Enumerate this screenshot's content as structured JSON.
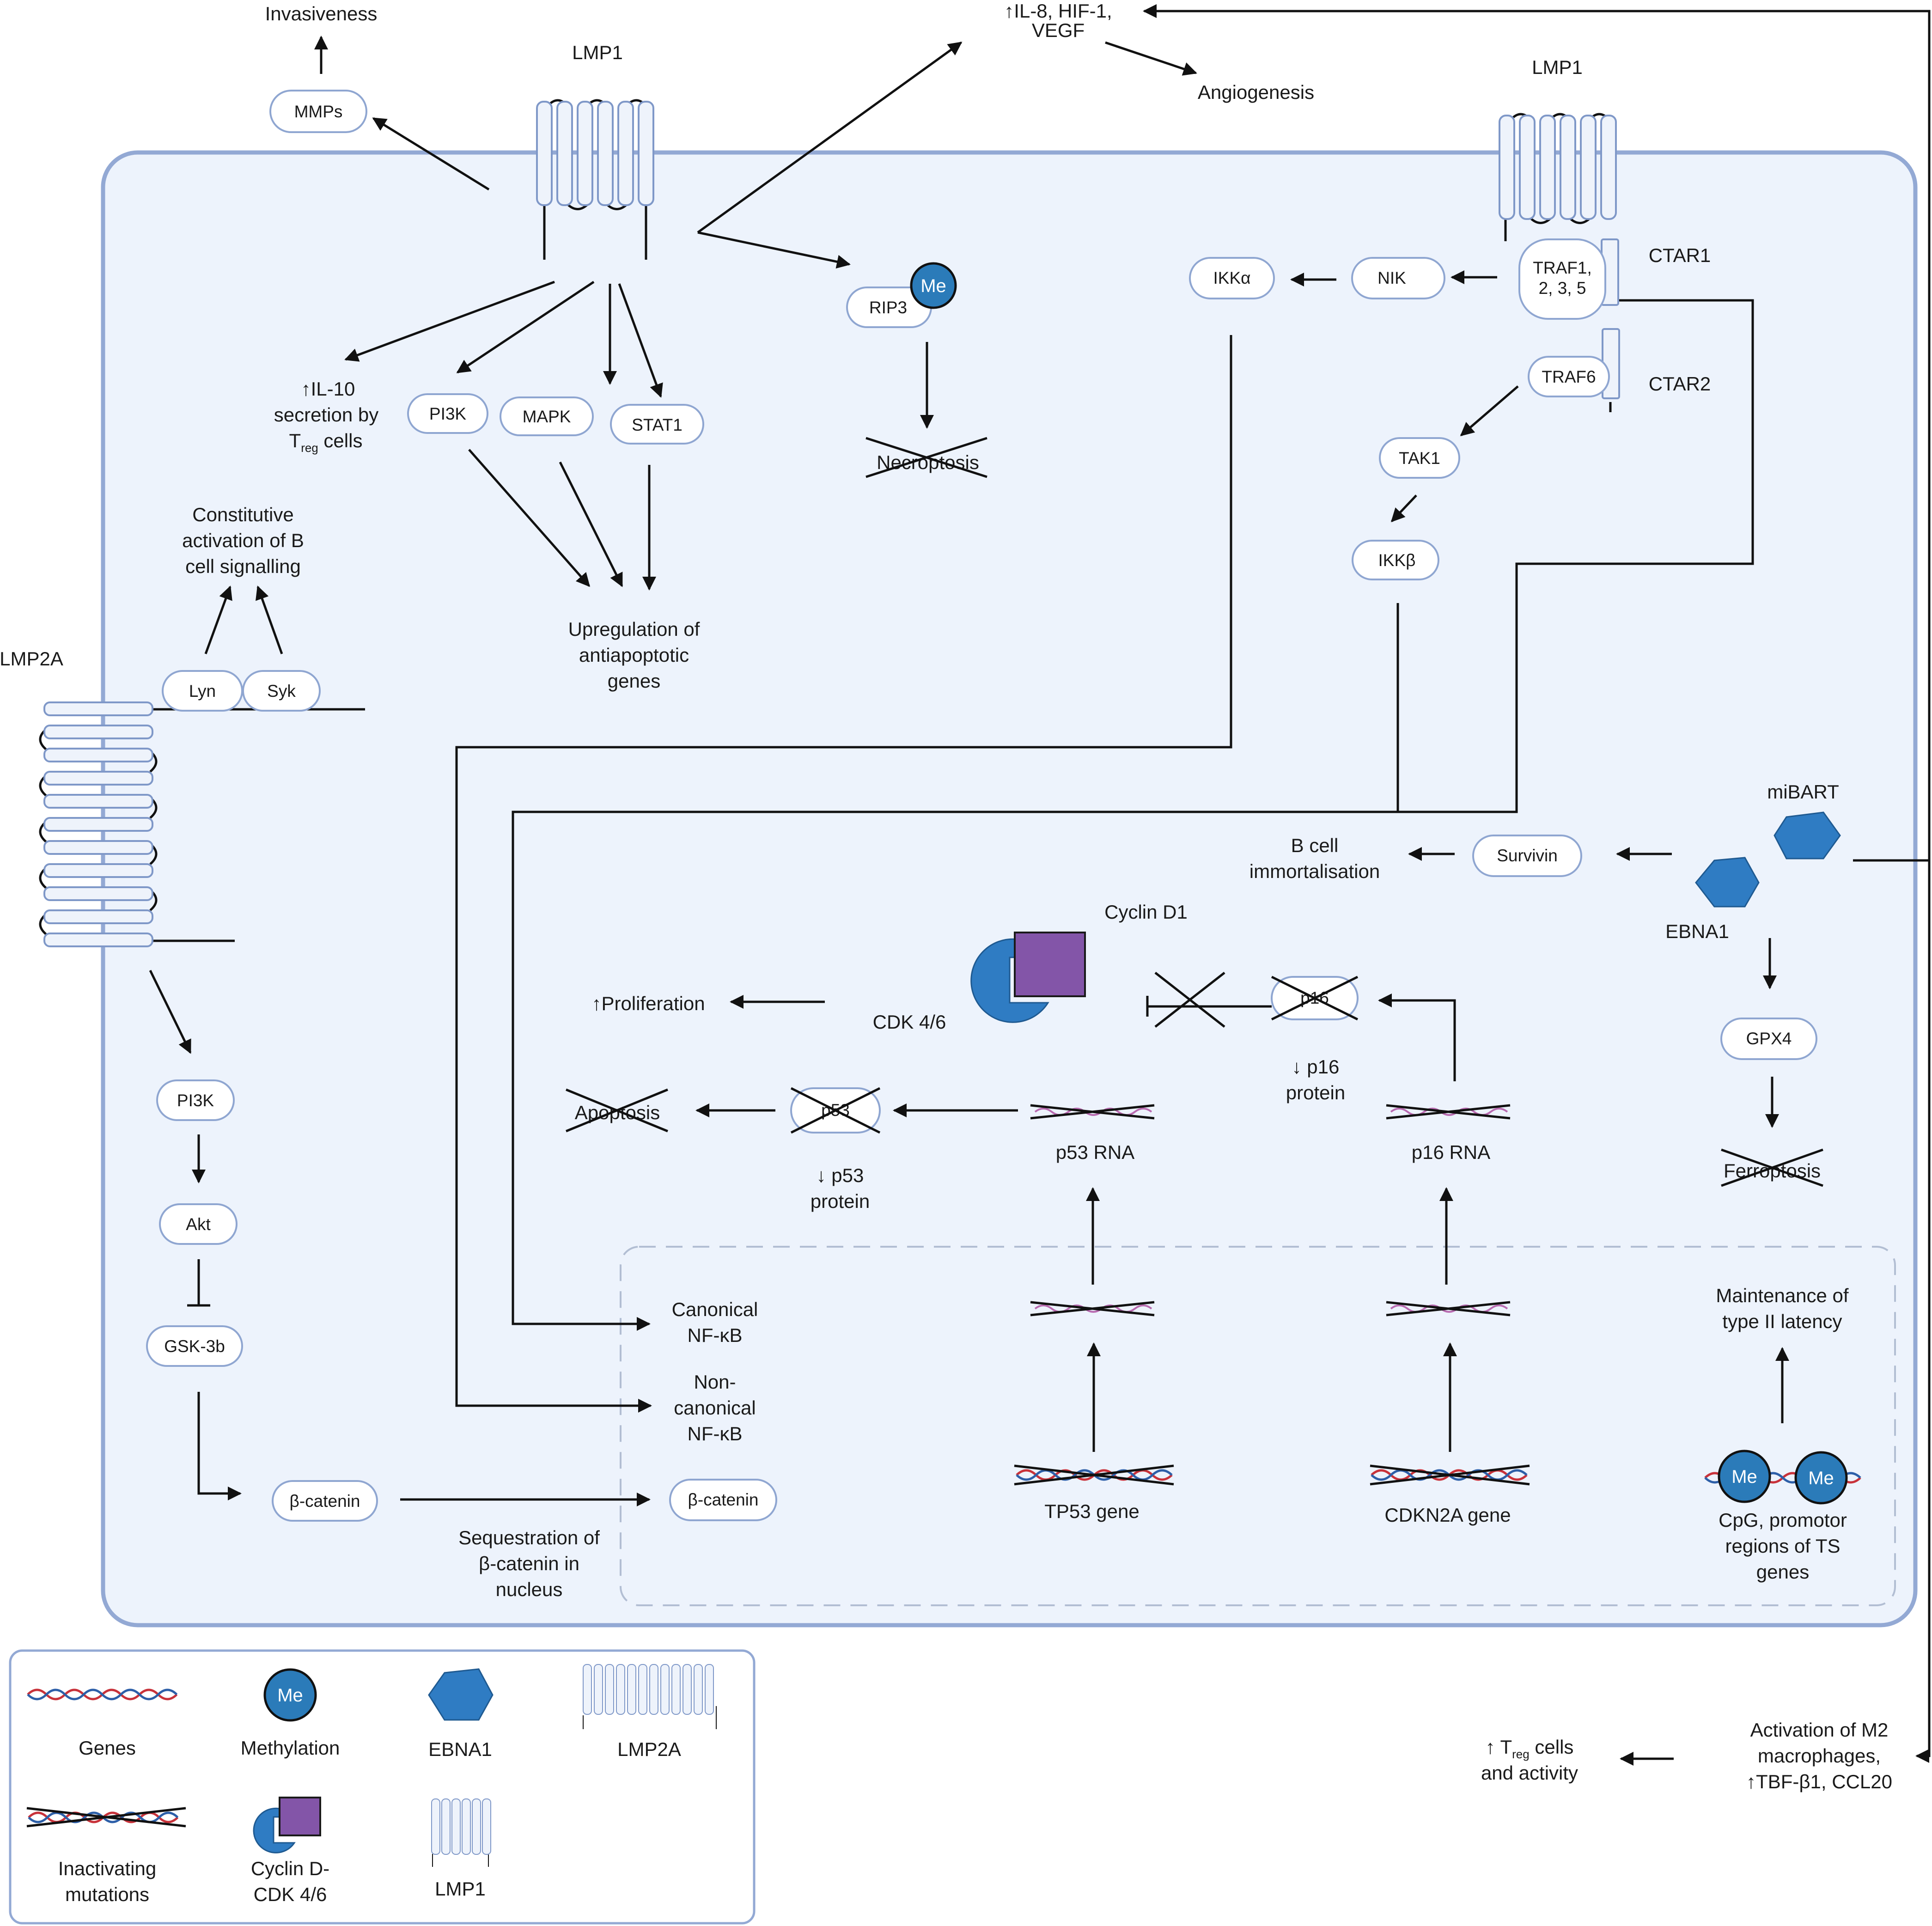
{
  "top_labels": {
    "invasiveness": "Invasiveness",
    "mmps": "MMPs",
    "lmp1_left": "LMP1",
    "lmp1_right": "LMP1",
    "il8_line1": "↑IL-8, HIF-1,",
    "il8_line2": "VEGF",
    "angiogenesis": "Angiogenesis"
  },
  "lmp1_left_pathway": {
    "il10_line1": "↑IL-10",
    "il10_line2": "secretion by",
    "il10_line3_prefix": "T",
    "il10_line3_sub": "reg",
    "il10_line3_suffix": " cells",
    "pi3k": "PI3K",
    "mapk": "MAPK",
    "stat1": "STAT1",
    "upreg_line1": "Upregulation of",
    "upreg_line2": "antiapoptotic",
    "upreg_line3": "genes",
    "rip3": "RIP3",
    "me": "Me",
    "necroptosis": "Necroptosis"
  },
  "lmp1_right_pathway": {
    "ikka": "IKKα",
    "nik": "NIK",
    "traf1_line1": "TRAF1,",
    "traf1_line2": "2, 3, 5",
    "ctar1": "CTAR1",
    "traf6": "TRAF6",
    "ctar2": "CTAR2",
    "tak1": "TAK1",
    "ikkb": "IKKβ"
  },
  "lmp2a_pathway": {
    "lmp2a": "LMP2A",
    "lyn": "Lyn",
    "syk": "Syk",
    "constitutive_line1": "Constitutive",
    "constitutive_line2": "activation of B",
    "constitutive_line3": "cell signalling",
    "pi3k": "PI3K",
    "akt": "Akt",
    "gsk3b": "GSK-3b",
    "bcatenin": "β-catenin",
    "bcatenin_nucleus": "β-catenin",
    "sequestration_line1": "Sequestration of",
    "sequestration_line2": "β-catenin in",
    "sequestration_line3": "nucleus"
  },
  "ebna_pathway": {
    "mibart": "miBART",
    "ebna1": "EBNA1",
    "survivin": "Survivin",
    "bcell_line1": "B cell",
    "bcell_line2": "immortalisation",
    "gpx4": "GPX4",
    "ferroptosis": "Ferroptosis",
    "maintenance_line1": "Maintenance of",
    "maintenance_line2": "type II latency",
    "cpg_line1": "CpG, promotor",
    "cpg_line2": "regions of TS",
    "cpg_line3": "genes",
    "me": "Me"
  },
  "cell_cycle": {
    "cyclin_d1": "Cyclin D1",
    "cdk46": "CDK 4/6",
    "proliferation": "↑Proliferation",
    "p16": "p16",
    "p16_protein_line1": "↓ p16",
    "p16_protein_line2": "protein",
    "p16_rna": "p16 RNA",
    "cdkn2a_gene": "CDKN2A gene",
    "p53": "p53",
    "p53_protein_line1": "↓ p53",
    "p53_protein_line2": "protein",
    "p53_rna": "p53 RNA",
    "tp53_gene": "TP53 gene",
    "apoptosis": "Apoptosis"
  },
  "nucleus": {
    "canonical_line1": "Canonical",
    "canonical_line2": "NF-κB",
    "noncanonical_line1": "Non-",
    "noncanonical_line2": "canonical",
    "noncanonical_line3": "NF-κB"
  },
  "outside": {
    "m2_line1": "Activation of M2",
    "m2_line2": "macrophages,",
    "m2_line3": "↑TBF-β1, CCL20",
    "treg_prefix": "↑ T",
    "treg_sub": "reg",
    "treg_suffix": " cells",
    "treg_line2": "and activity"
  },
  "legend": {
    "genes": "Genes",
    "methylation": "Methylation",
    "methylation_me": "Me",
    "ebna1": "EBNA1",
    "lmp2a": "LMP2A",
    "inactivating_line1": "Inactivating",
    "inactivating_line2": "mutations",
    "cyclin_line1": "Cyclin D-",
    "cyclin_line2": "CDK 4/6",
    "lmp1": "LMP1"
  }
}
